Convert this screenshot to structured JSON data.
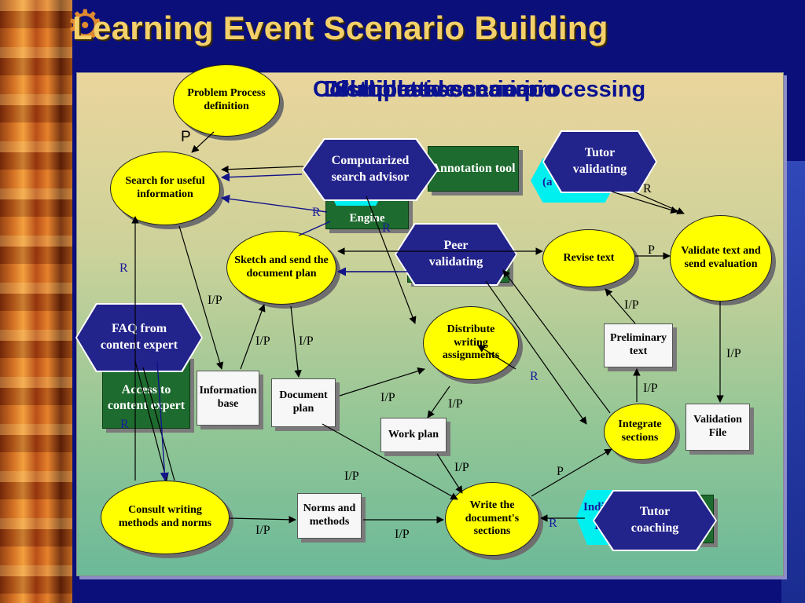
{
  "slide_title": "Learning Event Scenario Building",
  "overlapping_heading": [
    "Collaborative scenario",
    "Multiple-scenario processing",
    "Distributed scenario",
    "Simplest scenario"
  ],
  "nodes": {
    "problem_definition": "Problem Process definition",
    "search_info": "Search for useful information",
    "computerized_search_advisor": "Computarized search advisor",
    "annotation_tool": "Annotation tool",
    "tutor_validating": "Tutor validating",
    "engine": "Engine",
    "sketch_plan": "Sketch and send the document plan",
    "peer_validating": "Peer validating",
    "revise_text": "Revise text",
    "validate_text": "Validate text and send evaluation",
    "faq": "FAQ from content expert",
    "access_expert": "Access to content expert",
    "information_base": "Information base",
    "document_plan": "Document plan",
    "distribute_assignments": "Distribute writing assignments",
    "work_plan": "Work plan",
    "preliminary_text": "Preliminary text",
    "integrate_sections": "Integrate sections",
    "validation_file": "Validation File",
    "consult_norms": "Consult writing methods and norms",
    "norms_methods": "Norms and methods",
    "write_sections": "Write the document's sections",
    "tutor_coaching": "Tutor coaching",
    "hidden_a": "(a",
    "hidden_indi": "Indi",
    "hidden_i": "I"
  },
  "edge_labels": {
    "p_top": "P",
    "r_left": "R",
    "r_engine1": "R",
    "r_engine2": "R",
    "r_tutor": "R",
    "p_revise": "P",
    "ip_sketch": "I/P",
    "ip_sketch2": "I/P",
    "ip_docplan": "I/P",
    "ip_prelim_top": "I/P",
    "ip_validation": "I/P",
    "r_distribute": "R",
    "ip_distribute": "I/P",
    "ip_workplan": "I/P",
    "ip_prelim": "I/P",
    "r_expert": "R",
    "ip_consult": "I/P",
    "ip_write_top": "I/P",
    "ip_workplan2": "I/P",
    "p_write": "P",
    "ip_norms": "I/P",
    "r_coach": "R"
  },
  "colors": {
    "background": "#0a0f7a",
    "title": "#f3d06a",
    "ellipse_fill": "#ffff00",
    "hexagon_fill": "#23238c",
    "green_box": "#1d6b2e",
    "cyan_shape": "#00f0f0",
    "edge_label_blue": "#1a1a9c"
  }
}
